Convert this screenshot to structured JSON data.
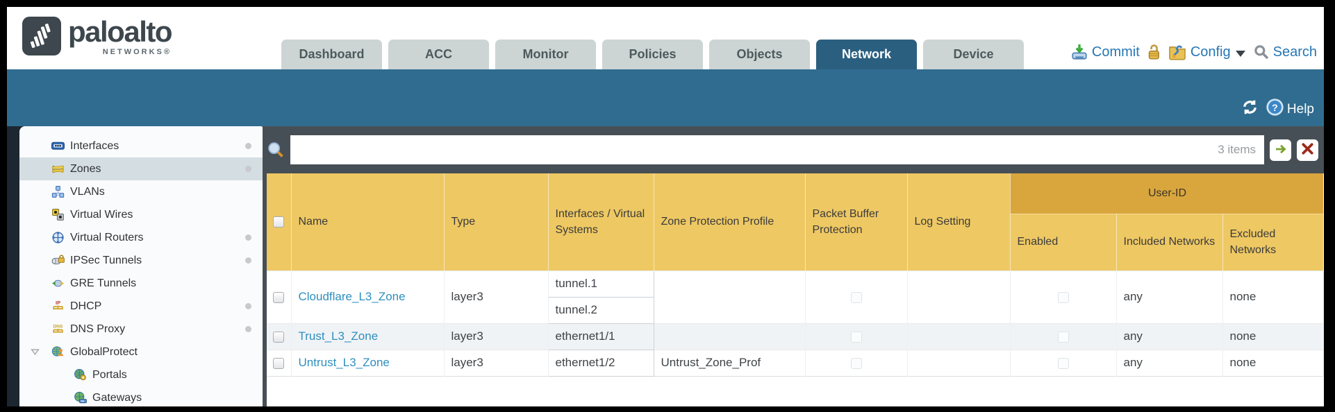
{
  "brand": {
    "name": "paloalto",
    "subtitle": "NETWORKS®"
  },
  "nav_tabs": [
    {
      "label": "Dashboard",
      "active": false
    },
    {
      "label": "ACC",
      "active": false
    },
    {
      "label": "Monitor",
      "active": false
    },
    {
      "label": "Policies",
      "active": false
    },
    {
      "label": "Objects",
      "active": false
    },
    {
      "label": "Network",
      "active": true
    },
    {
      "label": "Device",
      "active": false
    }
  ],
  "header_actions": {
    "commit_label": "Commit",
    "config_label": "Config",
    "search_label": "Search"
  },
  "toolbar": {
    "help_label": "Help"
  },
  "sidebar": {
    "items": [
      {
        "label": "Interfaces",
        "icon": "interfaces-icon",
        "dot": true,
        "selected": false,
        "indent": 0
      },
      {
        "label": "Zones",
        "icon": "zones-icon",
        "dot": true,
        "selected": true,
        "indent": 0
      },
      {
        "label": "VLANs",
        "icon": "vlans-icon",
        "dot": false,
        "selected": false,
        "indent": 0
      },
      {
        "label": "Virtual Wires",
        "icon": "virtual-wires-icon",
        "dot": false,
        "selected": false,
        "indent": 0
      },
      {
        "label": "Virtual Routers",
        "icon": "virtual-routers-icon",
        "dot": true,
        "selected": false,
        "indent": 0
      },
      {
        "label": "IPSec Tunnels",
        "icon": "ipsec-tunnels-icon",
        "dot": true,
        "selected": false,
        "indent": 0
      },
      {
        "label": "GRE Tunnels",
        "icon": "gre-tunnels-icon",
        "dot": false,
        "selected": false,
        "indent": 0
      },
      {
        "label": "DHCP",
        "icon": "dhcp-icon",
        "dot": true,
        "selected": false,
        "indent": 0
      },
      {
        "label": "DNS Proxy",
        "icon": "dns-proxy-icon",
        "dot": true,
        "selected": false,
        "indent": 0
      },
      {
        "label": "GlobalProtect",
        "icon": "globalprotect-icon",
        "dot": false,
        "selected": false,
        "indent": 0,
        "expandable": true,
        "expanded": true
      },
      {
        "label": "Portals",
        "icon": "portals-icon",
        "dot": false,
        "selected": false,
        "indent": 1
      },
      {
        "label": "Gateways",
        "icon": "gateways-icon",
        "dot": false,
        "selected": false,
        "indent": 1
      }
    ]
  },
  "filter_bar": {
    "value": "",
    "count_label": "3 items"
  },
  "zones_table": {
    "group_header": "User-ID",
    "columns": [
      {
        "key": "name",
        "label": "Name"
      },
      {
        "key": "type",
        "label": "Type"
      },
      {
        "key": "interfaces",
        "label": "Interfaces / Virtual Systems"
      },
      {
        "key": "zone_protection_profile",
        "label": "Zone Protection Profile"
      },
      {
        "key": "packet_buffer_protection",
        "label": "Packet Buffer Protection"
      },
      {
        "key": "log_setting",
        "label": "Log Setting"
      },
      {
        "key": "user_id_enabled",
        "label": "Enabled",
        "group": "User-ID"
      },
      {
        "key": "included_networks",
        "label": "Included Networks",
        "group": "User-ID"
      },
      {
        "key": "excluded_networks",
        "label": "Excluded Networks",
        "group": "User-ID"
      }
    ],
    "rows": [
      {
        "name": "Cloudflare_L3_Zone",
        "type": "layer3",
        "interfaces": [
          "tunnel.1",
          "tunnel.2"
        ],
        "zone_protection_profile": "",
        "packet_buffer_protection": false,
        "log_setting": "",
        "user_id_enabled": false,
        "included_networks": "any",
        "excluded_networks": "none"
      },
      {
        "name": "Trust_L3_Zone",
        "type": "layer3",
        "interfaces": [
          "ethernet1/1"
        ],
        "zone_protection_profile": "",
        "packet_buffer_protection": false,
        "log_setting": "",
        "user_id_enabled": false,
        "included_networks": "any",
        "excluded_networks": "none"
      },
      {
        "name": "Untrust_L3_Zone",
        "type": "layer3",
        "interfaces": [
          "ethernet1/2"
        ],
        "zone_protection_profile": "Untrust_Zone_Prof",
        "packet_buffer_protection": false,
        "log_setting": "",
        "user_id_enabled": false,
        "included_networks": "any",
        "excluded_networks": "none"
      }
    ]
  },
  "colors": {
    "teal_band": "#306c8f",
    "tab_active": "#2b5f80",
    "header_orange": "#eec863",
    "user_id_band": "#d9a63e",
    "slate": "#474f56",
    "link_blue": "#2e8fbe"
  }
}
